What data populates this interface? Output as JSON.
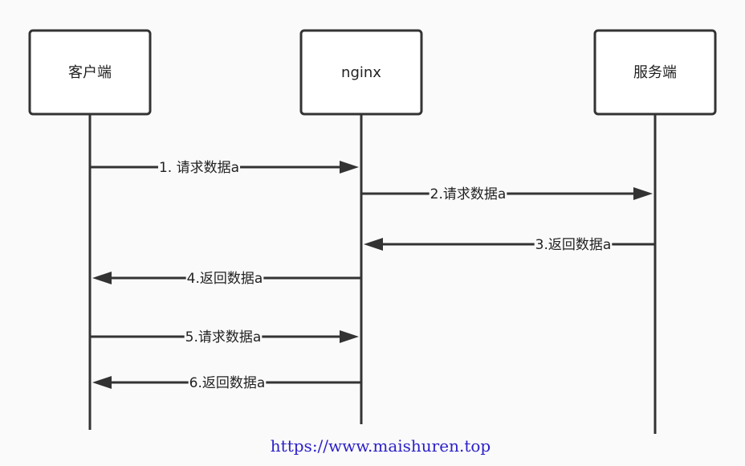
{
  "diagram": {
    "type": "sequence",
    "participants": [
      {
        "id": "client",
        "label": "客户端"
      },
      {
        "id": "nginx",
        "label": "nginx"
      },
      {
        "id": "server",
        "label": "服务端"
      }
    ],
    "messages": [
      {
        "from": "client",
        "to": "nginx",
        "label": "1. 请求数据a"
      },
      {
        "from": "nginx",
        "to": "server",
        "label": "2.请求数据a"
      },
      {
        "from": "server",
        "to": "nginx",
        "label": "3.返回数据a"
      },
      {
        "from": "nginx",
        "to": "client",
        "label": "4.返回数据a"
      },
      {
        "from": "client",
        "to": "nginx",
        "label": "5.请求数据a"
      },
      {
        "from": "nginx",
        "to": "client",
        "label": "6.返回数据a"
      }
    ]
  },
  "watermark": {
    "text": "https://www.maishuren.top",
    "color": "#2b1fc8"
  }
}
